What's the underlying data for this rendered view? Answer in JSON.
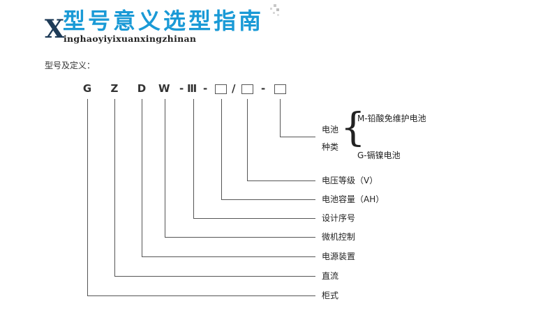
{
  "header": {
    "initial_letter": "X",
    "title": "型号意义选型指南",
    "pinyin": "inghaoyiyixuanxingzhinan"
  },
  "section_label": "型号及定义：",
  "model_code": {
    "letters": [
      "G",
      "Z",
      "D",
      "W"
    ],
    "roman": "Ⅲ",
    "dash": "-",
    "slash": "/"
  },
  "brace_group": {
    "category_line1": "电池",
    "category_line2": "种类",
    "option_1": "M-铅酸免维护电池",
    "option_2": "G-镉镍电池"
  },
  "labels": {
    "voltage_class": "电压等级（V）",
    "battery_capacity": "电池容量（AH）",
    "design_serial": "设计序号",
    "microcomputer_control": "微机控制",
    "power_device": "电源装置",
    "dc": "直流",
    "cabinet_type": "柜式"
  },
  "colors": {
    "title_blue": "#1a9ad6",
    "x_navy": "#1e3b57",
    "line_gray": "#555555"
  }
}
